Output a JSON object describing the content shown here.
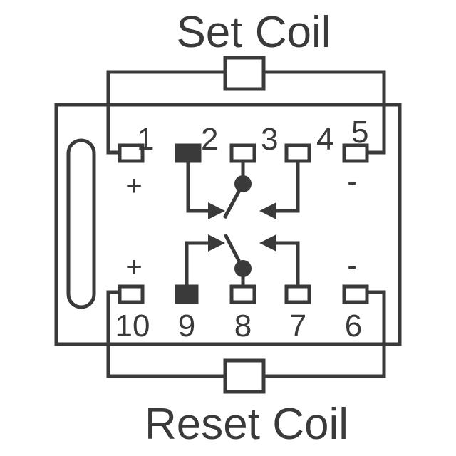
{
  "set_coil_label": "Set Coil",
  "reset_coil_label": "Reset Coil",
  "top_pins": [
    "1",
    "2",
    "3",
    "4",
    "5"
  ],
  "bottom_pins": [
    "10",
    "9",
    "8",
    "7",
    "6"
  ],
  "polarity": {
    "top_left": "+",
    "top_right": "-",
    "bottom_left": "+",
    "bottom_right": "-"
  }
}
